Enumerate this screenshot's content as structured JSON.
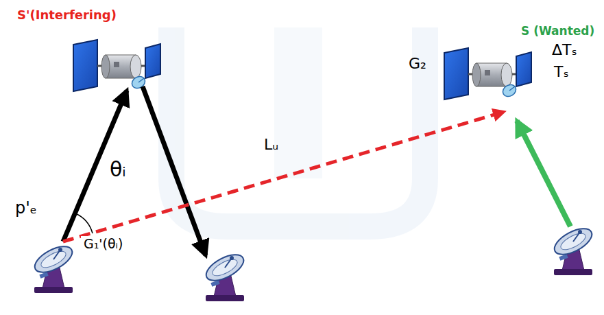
{
  "diagram": {
    "labels": [
      "S'(Interfering)",
      "S (Wanted)",
      "ΔTₛ",
      "Tₛ",
      "G₂",
      "Lᵤ",
      "p'ₑ",
      "θᵢ",
      "G₁'(θᵢ)"
    ]
  }
}
